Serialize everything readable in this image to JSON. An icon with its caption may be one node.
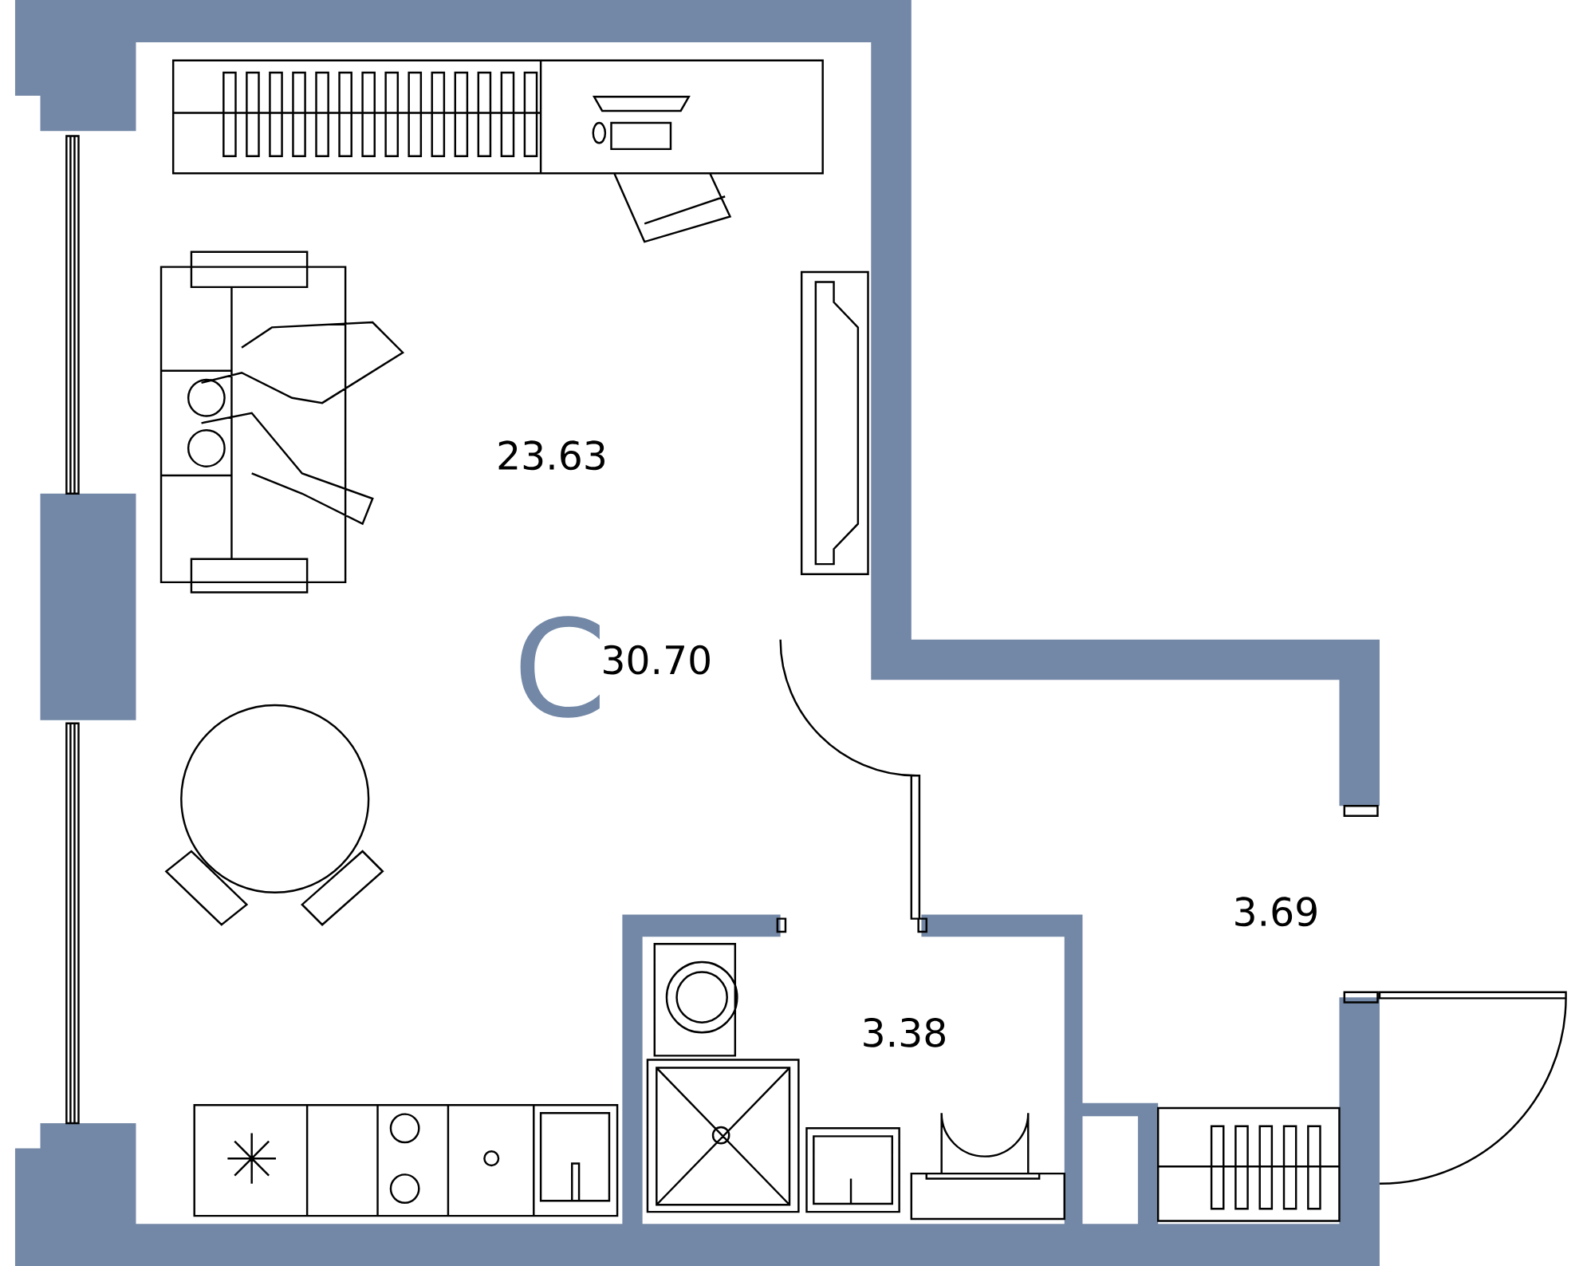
{
  "diagram": {
    "labels": [
      "23.63",
      "C",
      "30.70",
      "3.38",
      "3.69"
    ]
  }
}
